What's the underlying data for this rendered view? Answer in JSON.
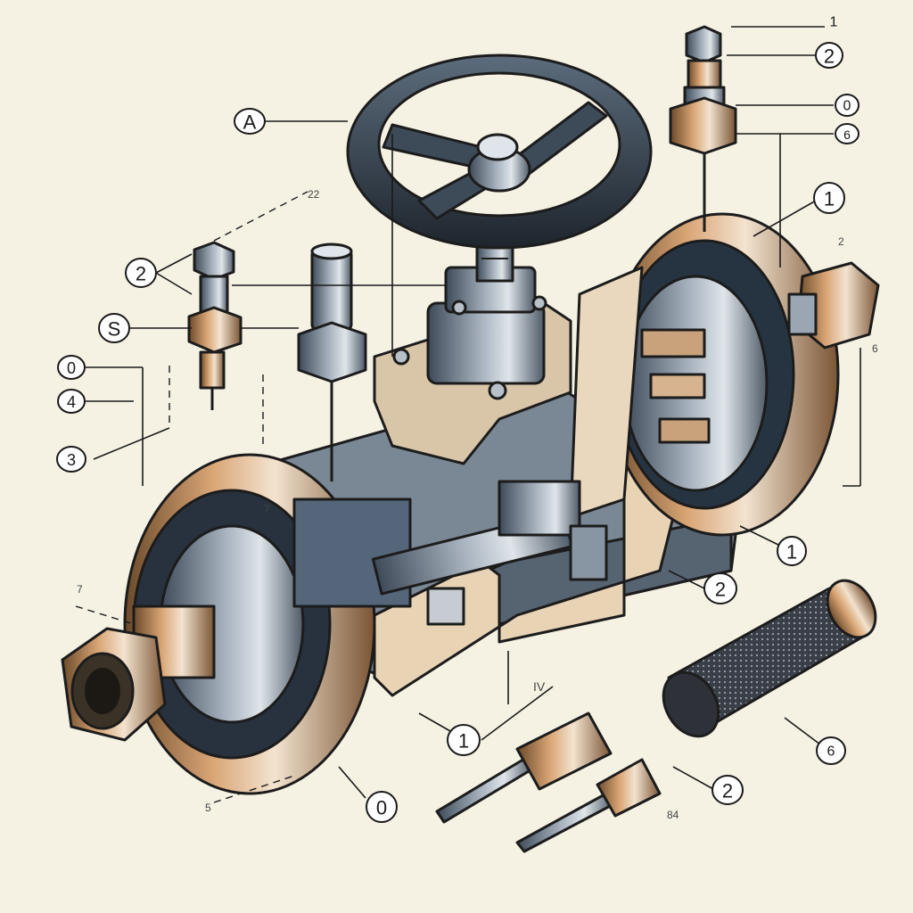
{
  "diagram": {
    "callouts": [
      {
        "id": "c-a",
        "label": "A"
      },
      {
        "id": "c-top-1",
        "label": "1"
      },
      {
        "id": "c-top-2",
        "label": "2"
      },
      {
        "id": "c-top-0",
        "label": "0"
      },
      {
        "id": "c-top-6",
        "label": "6"
      },
      {
        "id": "c-right-1",
        "label": "1"
      },
      {
        "id": "c-left-2",
        "label": "2"
      },
      {
        "id": "c-left-s",
        "label": "S"
      },
      {
        "id": "c-left-0",
        "label": "0"
      },
      {
        "id": "c-left-4",
        "label": "4"
      },
      {
        "id": "c-left-3",
        "label": "3"
      },
      {
        "id": "c-mid-1",
        "label": "1"
      },
      {
        "id": "c-mid-2",
        "label": "2"
      },
      {
        "id": "c-bot-1",
        "label": "1"
      },
      {
        "id": "c-bot-0",
        "label": "0"
      },
      {
        "id": "c-bot-6",
        "label": "6"
      },
      {
        "id": "c-bot-2",
        "label": "2"
      }
    ],
    "small_labels": [
      {
        "id": "t-22",
        "text": "22"
      },
      {
        "id": "t-2",
        "text": "2"
      },
      {
        "id": "t-6",
        "text": "6"
      },
      {
        "id": "t-7a",
        "text": "7"
      },
      {
        "id": "t-7b",
        "text": "7"
      },
      {
        "id": "t-5",
        "text": "5"
      },
      {
        "id": "t-84",
        "text": "84"
      },
      {
        "id": "t-iv",
        "text": "IV"
      }
    ]
  }
}
